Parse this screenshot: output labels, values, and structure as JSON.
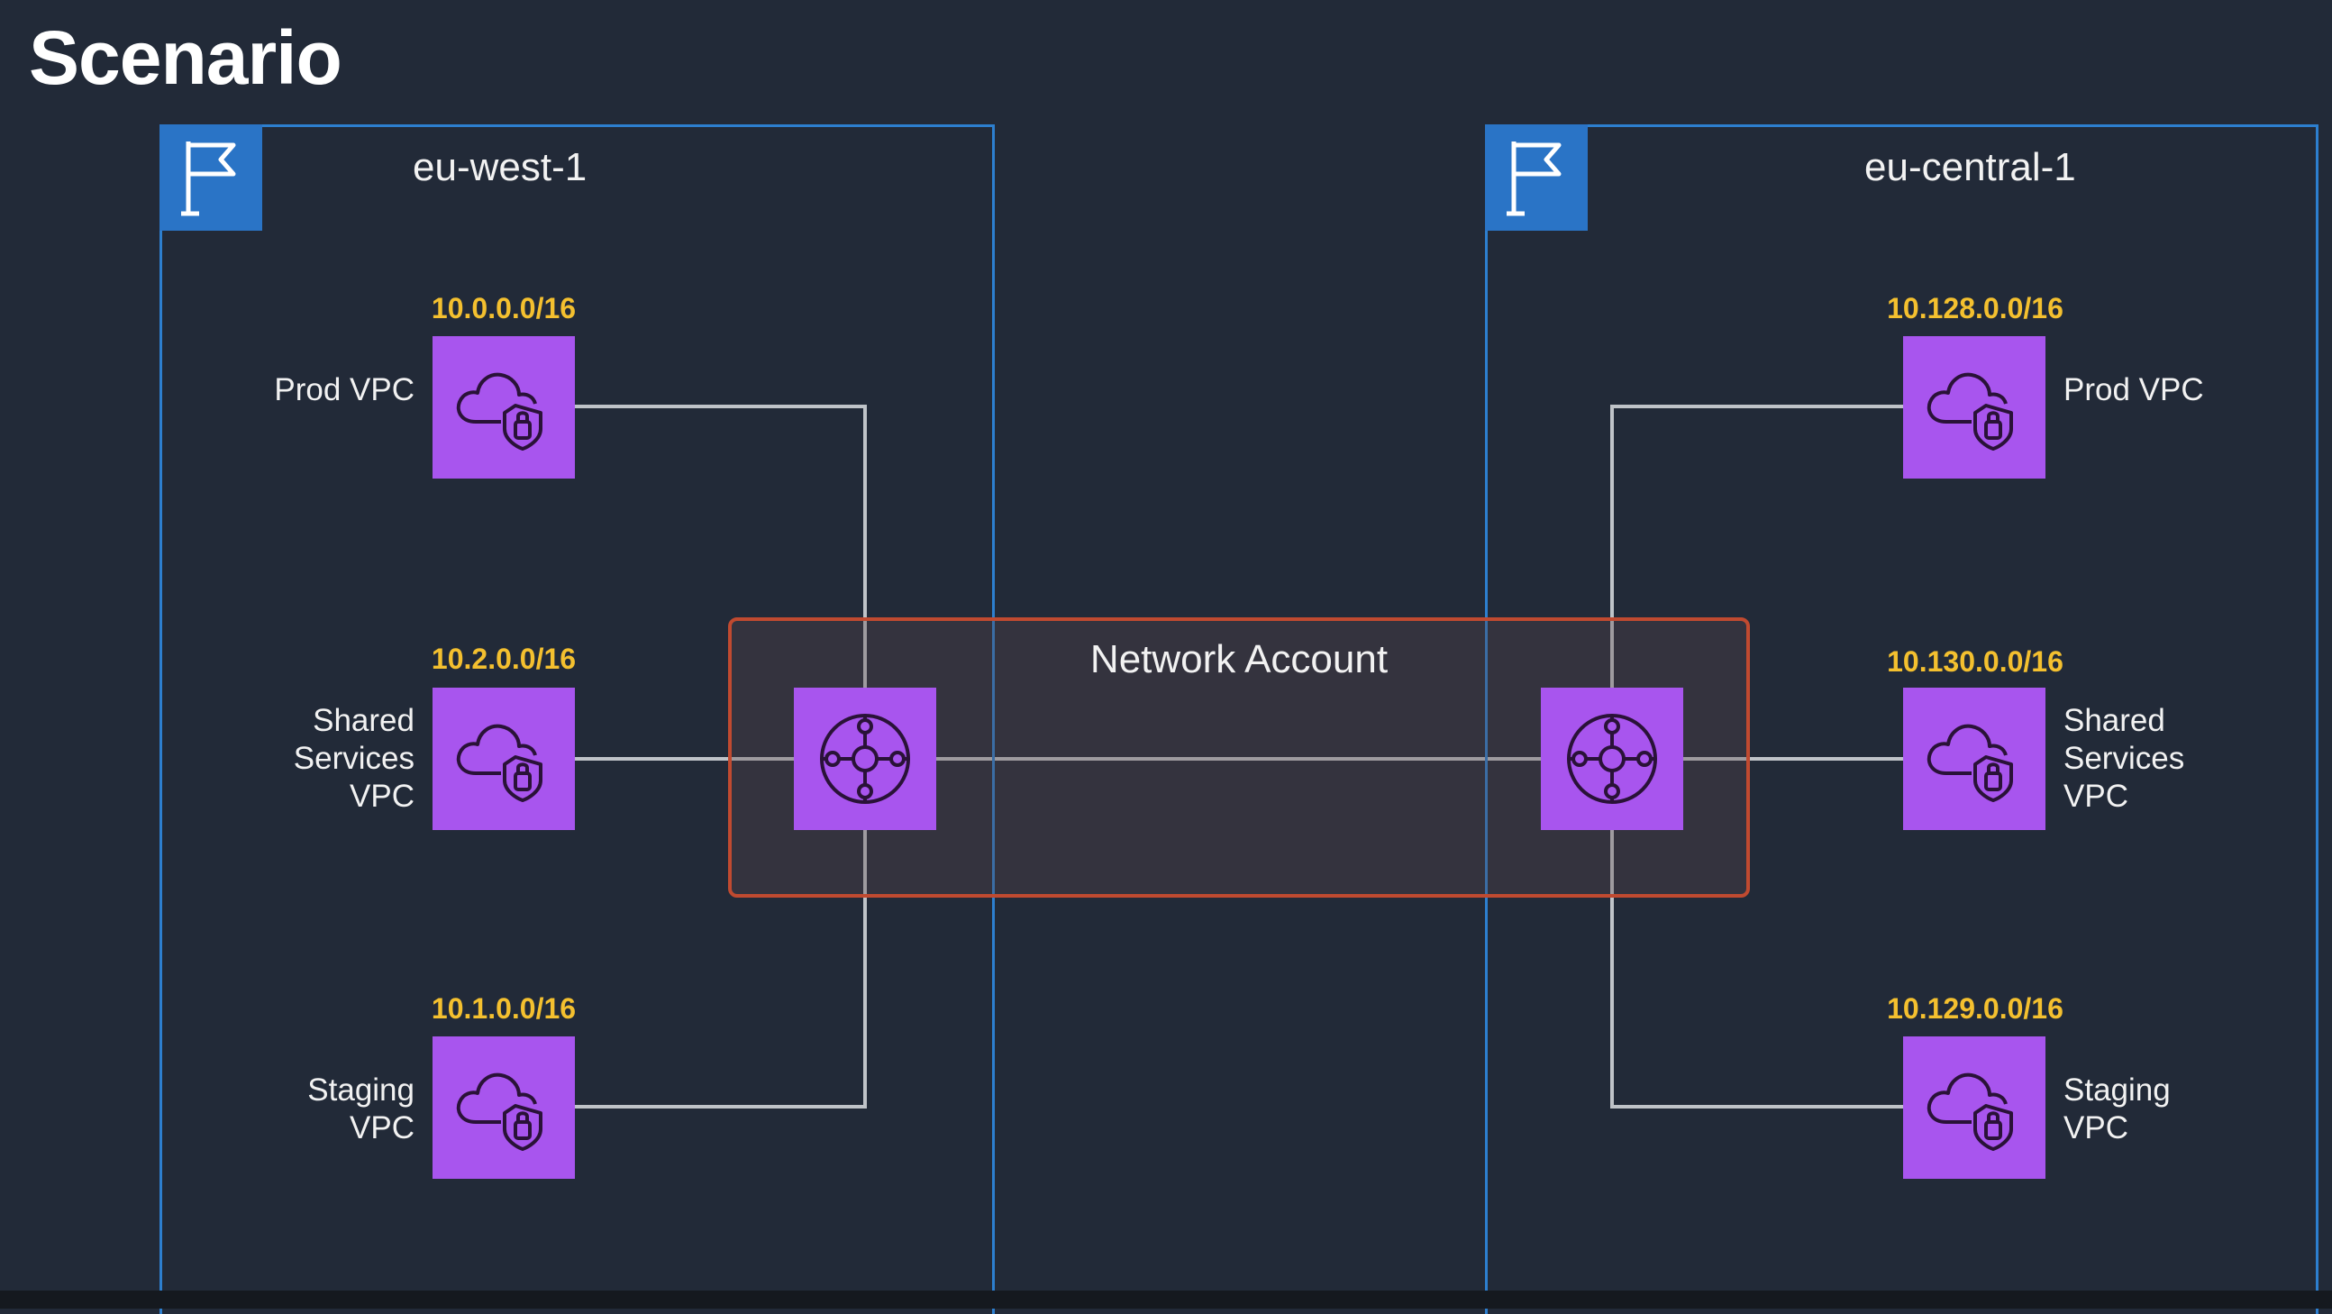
{
  "title": "Scenario",
  "regions": [
    {
      "name": "eu-west-1"
    },
    {
      "name": "eu-central-1"
    }
  ],
  "network_account": {
    "label": "Network Account"
  },
  "vpcs": {
    "west_prod": {
      "cidr": "10.0.0.0/16",
      "name": "Prod VPC"
    },
    "west_shared": {
      "cidr": "10.2.0.0/16",
      "name": "Shared Services VPC"
    },
    "west_staging": {
      "cidr": "10.1.0.0/16",
      "name": "Staging VPC"
    },
    "central_prod": {
      "cidr": "10.128.0.0/16",
      "name": "Prod VPC"
    },
    "central_shared": {
      "cidr": "10.130.0.0/16",
      "name": "Shared Services VPC"
    },
    "central_staging": {
      "cidr": "10.129.0.0/16",
      "name": "Staging VPC"
    }
  },
  "icons": {
    "region": "flag-icon",
    "vpc": "vpc-cloud-shield-icon",
    "transit_gateway": "transit-gateway-icon"
  },
  "colors": {
    "background": "#222a38",
    "region_border": "#2d7fcf",
    "account_border": "#c04a30",
    "icon_fill": "#a855ee",
    "cidr_text": "#f4c02f"
  }
}
